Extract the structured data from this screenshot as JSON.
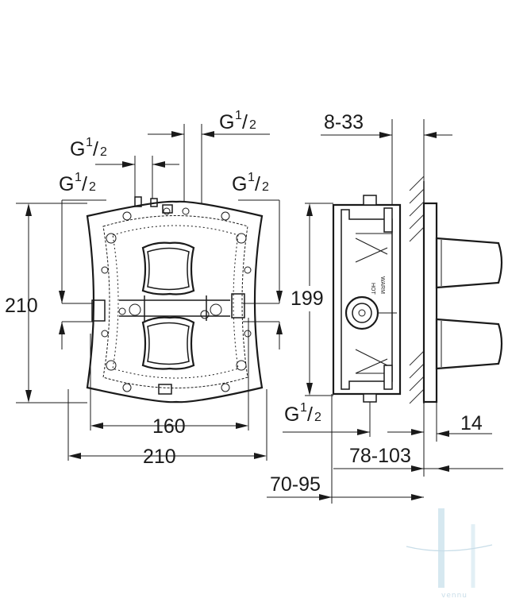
{
  "front_view": {
    "pipe_top_right": {
      "g": "G",
      "num": "1",
      "den": "2"
    },
    "pipe_top_left": {
      "g": "G",
      "num": "1",
      "den": "2"
    },
    "pipe_left": {
      "g": "G",
      "num": "1",
      "den": "2"
    },
    "pipe_right": {
      "g": "G",
      "num": "1",
      "den": "2"
    },
    "height_label": "210",
    "inner_width_label": "160",
    "outer_width_label": "210"
  },
  "side_view": {
    "wall_range_label": "8-33",
    "height_label": "199",
    "pipe_bottom": {
      "g": "G",
      "num": "1",
      "den": "2"
    },
    "plate_label": "14",
    "body_depth_label": "78-103",
    "install_depth_label": "70-95",
    "stamp_text": "HOT",
    "stamp_text_2": "WARM"
  },
  "watermark": {
    "text": "vennu"
  },
  "colors": {
    "line": "#1a1a1a",
    "background": "#ffffff",
    "watermark": "#c8dde8"
  }
}
